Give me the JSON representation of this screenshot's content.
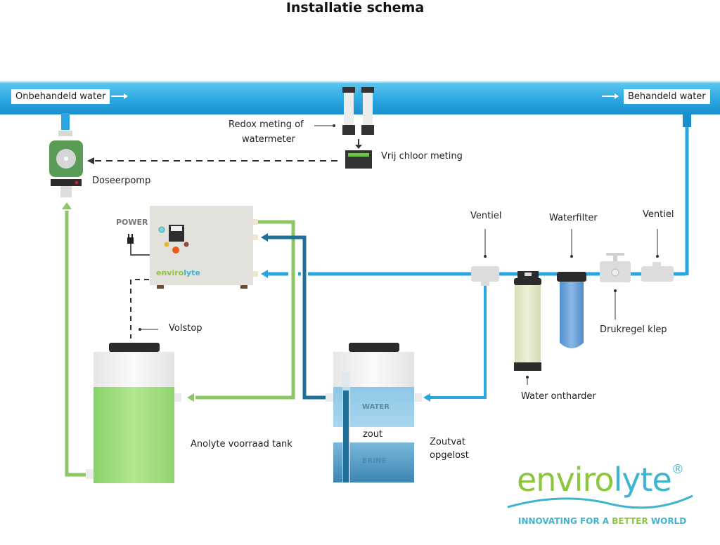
{
  "title": "Installatie schema",
  "main_pipe": {
    "inlet_label": "Onbehandeld water",
    "outlet_label": "Behandeld water",
    "color": "#2aa6e0"
  },
  "components": {
    "redox_label_line1": "Redox  meting of",
    "redox_label_line2": "watermeter",
    "chlorine_label": "Vrij chloor meting",
    "pump_label": "Doseerpomp",
    "power_label": "POWER",
    "unit_brand_a": "enviro",
    "unit_brand_b": "lyte",
    "volstop_label": "Volstop",
    "anolyte_tank_label": "Anolyte voorraad tank",
    "valve_left_label": "Ventiel",
    "waterfilter_label": "Waterfilter",
    "valve_right_label": "Ventiel",
    "pressure_valve_label": "Drukregel klep",
    "softener_label": "Water ontharder",
    "salt_tank_water": "WATER",
    "salt_tank_salt": "zout",
    "salt_tank_brine": "BRINE",
    "salt_tank_label_line1": "Zoutvat",
    "salt_tank_label_line2": "opgelost"
  },
  "logo": {
    "part1": "enviro",
    "part2": "lyte",
    "registered": "®",
    "tagline_a": "INNOVATING FOR A ",
    "tagline_b": "BETTER",
    "tagline_c": " WORLD",
    "green": "#8cc63f",
    "blue": "#3fb4cf"
  },
  "colors": {
    "anolyte_green": "#8cc665",
    "brine_dark_blue": "#1f6f96",
    "water_blue": "#2aa6e0"
  }
}
